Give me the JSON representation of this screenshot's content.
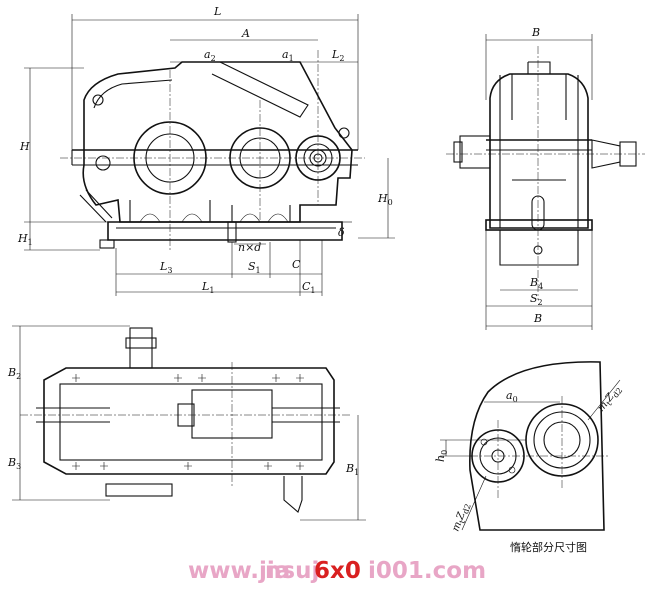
{
  "front_view": {
    "L": "L",
    "A": "A",
    "a2": "a",
    "a2_sub": "2",
    "a1": "a",
    "a1_sub": "1",
    "L2": "L",
    "L2_sub": "2",
    "H": "H",
    "H1": "H",
    "H1_sub": "1",
    "H0": "H",
    "H0_sub": "0",
    "delta": "δ",
    "nxd": "n×d",
    "L3": "L",
    "L3_sub": "3",
    "S1": "S",
    "S1_sub": "1",
    "C": "C",
    "L1": "L",
    "L1_sub": "1",
    "C1": "C",
    "C1_sub": "1"
  },
  "side_view": {
    "B_top": "B",
    "B4": "B",
    "B4_sub": "4",
    "S2": "S",
    "S2_sub": "2",
    "B_bottom": "B"
  },
  "plan_view": {
    "B2": "B",
    "B2_sub": "2",
    "B3": "B",
    "B3_sub": "3",
    "B1": "B",
    "B1_sub": "1"
  },
  "idler_view": {
    "a0": "a",
    "a0_sub": "0",
    "h0": "h",
    "h0_sub": "0",
    "m_upper": "m",
    "m_upper_sub": "t",
    "z_upper": "Z",
    "z_upper_sub": "d2",
    "m_lower": "m",
    "m_lower_sub": "t",
    "z_lower": "Z",
    "z_lower_sub": "d2",
    "caption": "惰轮部分尺寸图"
  },
  "watermark": {
    "left": "www.jia",
    "mid_pink": "nsuj",
    "brand": "6x0",
    "right": "i001.com"
  }
}
